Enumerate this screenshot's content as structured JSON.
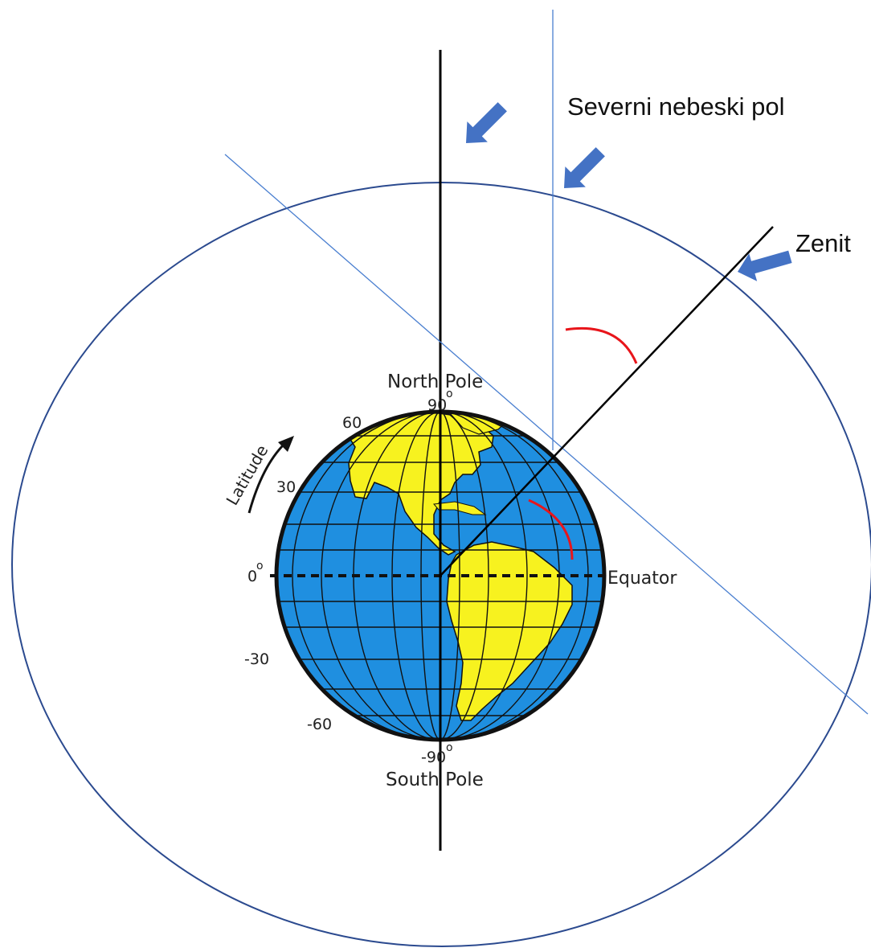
{
  "labels": {
    "north_celestial_pole": "Severni nebeski pol",
    "zenith": "Zenit",
    "north_pole": "North Pole",
    "south_pole": "South Pole",
    "equator": "Equator",
    "latitude": "Latitude",
    "lat_90": "90",
    "lat_60": "60",
    "lat_30": "30",
    "lat_0": "0",
    "lat_m30": "-30",
    "lat_m60": "-60",
    "lat_m90": "-90",
    "degree_sign": "o"
  },
  "colors": {
    "ocean": "#1f8fe0",
    "land": "#f7f21f",
    "celestial_sphere": "#2b4a8f",
    "guide_lines": "#4a7fd0",
    "arrows": "#4472c4",
    "angle_arcs": "#e8151b",
    "axis": "#000000"
  },
  "icons": [
    "arrow-icon"
  ]
}
